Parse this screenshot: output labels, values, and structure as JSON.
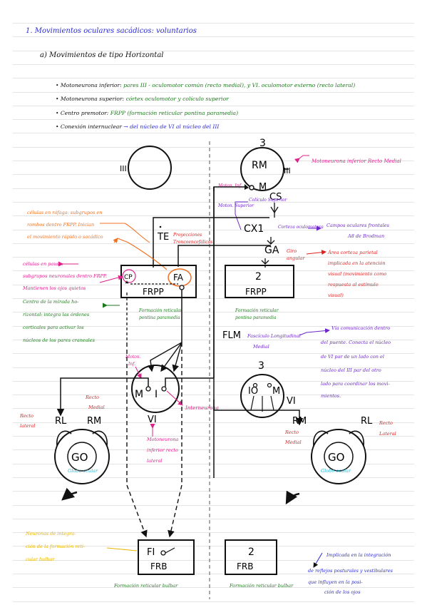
{
  "heading": {
    "title": "1. Movimientos oculares sacádicos: voluntarios",
    "subtitle": "a) Movimientos de tipo Horizontal"
  },
  "bullets": [
    {
      "label": "Motoneurona inferior:",
      "text": "pares III - oculomotor común (recto medial), y VI. oculomotor externo (recto lateral)"
    },
    {
      "label": "Motoneurona superior:",
      "text": "córtex oculomotor y colículo superior"
    },
    {
      "label": "Centro premotor:",
      "text": "FRPP (formación reticular pontina paramedia)"
    },
    {
      "label": "Conexión internuclear",
      "text": "→ del núcleo de VI al núcleo del III"
    }
  ],
  "diagram": {
    "nerve_iii": "III",
    "nerve_iii_right": "III",
    "num_3_top": "3",
    "num_3_mid": "3",
    "num_2_frpp": "2",
    "num_2_frb": "2",
    "rm": "RM",
    "m": "M",
    "cs": "CS",
    "cx1": "CX1",
    "ga": "GA",
    "te": "TE",
    "cp": "CP",
    "fa": "FA",
    "frpp_left": "FRPP",
    "frpp_right": "FRPP",
    "flm": "FLM",
    "m_left": "M",
    "i_left": "I",
    "vi_left": "VI",
    "io": "IO",
    "m_right": "M",
    "vi_right": "VI",
    "rl_left": "RL",
    "rm_left": "RM",
    "rm_right": "RM",
    "rl_right": "RL",
    "go_left": "GO",
    "go_right": "GO",
    "fi": "FI",
    "frb_left": "FRB",
    "frb_right": "FRB"
  },
  "notes": {
    "motoneurona_inferior": "Motoneurona inferior Recto Medial",
    "moton_inf_top": "Moton. Inf.",
    "coliculo": "Colículo Superior",
    "moton_sup": "Moton. Superior",
    "corteza_oculomotora": "Corteza oculomotora",
    "campos_oculares": "Campos oculares frontales A8 de Brodman",
    "giro_angular": "Giro angular",
    "area_corteza": "Área corteza parietal implicada en la atención visual (movimiento como respuesta al estímulo visual)",
    "celulas_fuego": "células en ráfaga: subgrupos en rombos dentro FRPP. Inician el movimiento rápido o sacádico",
    "proyecciones": "Proyecciones Tronco-encefálicas",
    "celulas_pausa": "células en pausa: subgrupos neuronales dentro FRPP. Mantienen los ojos quietos",
    "centro_mirada": "Centro de la mirada horizontal: integra las órdenes corticales para activar los núcleos de los pares craneales",
    "frpp_caption": "Formación reticular pontina paramedia",
    "frpp_caption_right": "Formación reticular pontina paramedia",
    "fasciculo": "Fascículo Longitudinal Medial",
    "via_comunicacion": "Vía comunicación dentro del puente. Conecta el núcleo de VI par de un lado con el núcleo del III par del otro lado para coordinar los movimientos.",
    "moton_inf_mid": "Moton. Inf.",
    "interneurona": "Interneurona",
    "recto_medial_left": "Recto Medial",
    "recto_lateral_left": "Recto Lateral",
    "motoneurona_recto_lateral": "Motoneurona inferior recto lateral",
    "globo_ocular_left": "Globo ocular",
    "recto_medial_right": "Recto Medial",
    "recto_lateral_right": "Recto Lateral",
    "globo_ocular_right": "Globo ocular",
    "neuronas_integracion": "Neuronas de integración de la formación reticular bulbar",
    "frb_caption": "Formación reticular bulbar",
    "frb_caption_right": "Formación reticular bulbar",
    "implicada": "Implicada en la integración de reflejos posturales y vestibulares que influyen en la posición de los ojos"
  },
  "colors": {
    "title_blue": "#2b2bd6",
    "green": "#1c7a1c",
    "magenta": "#e0208a",
    "red": "#e02020",
    "orange": "#f07020",
    "yellow": "#e8b400",
    "cyan": "#20b8d8",
    "purple": "#6a28c8",
    "ink": "#111111"
  }
}
